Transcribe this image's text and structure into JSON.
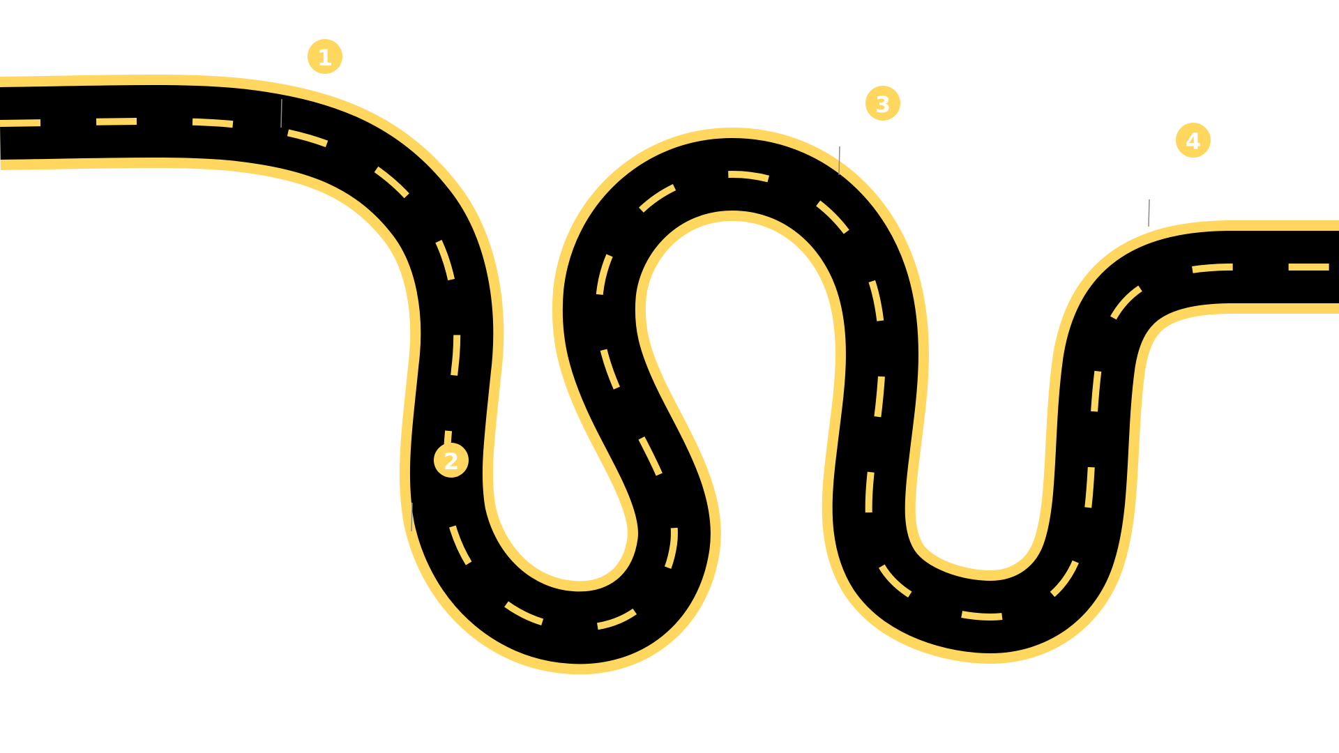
{
  "colors": {
    "background": "#ffffff",
    "road_border": "#FFD75E",
    "road_surface": "#000000",
    "lane_dash": "#FFD75E",
    "marker_fill": "#FFD75E",
    "marker_text": "#ffffff",
    "pin_line": "#8a8a8a"
  },
  "markers": [
    {
      "label": "1"
    },
    {
      "label": "2"
    },
    {
      "label": "3"
    },
    {
      "label": "4"
    }
  ]
}
